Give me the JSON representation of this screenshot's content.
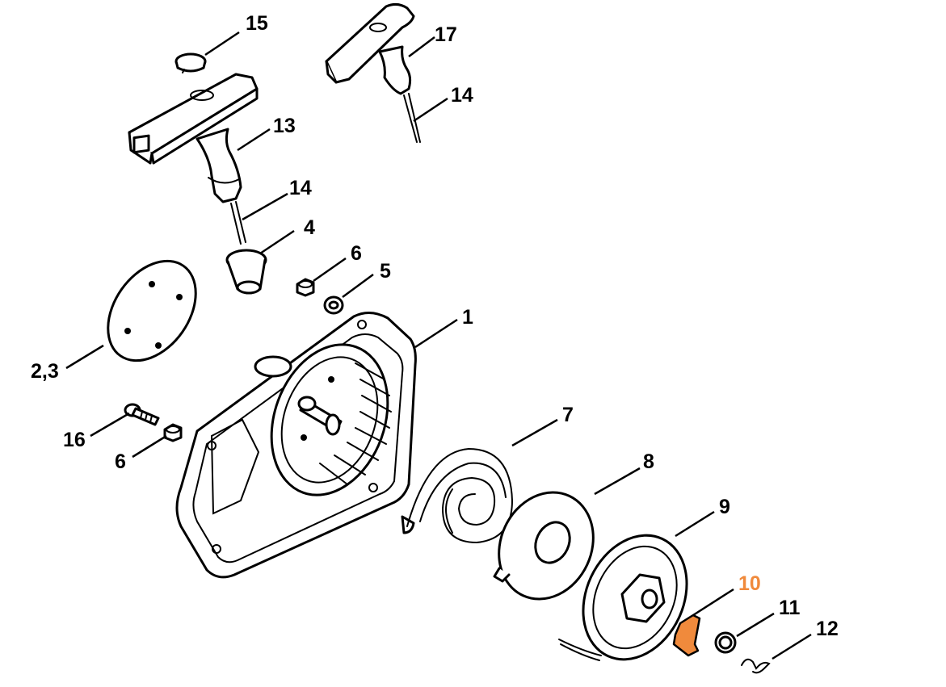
{
  "highlight_color": "#f08a3c",
  "callouts": [
    {
      "id": "c15",
      "text": "15",
      "highlighted": false
    },
    {
      "id": "c17",
      "text": "17",
      "highlighted": false
    },
    {
      "id": "c14a",
      "text": "14",
      "highlighted": false
    },
    {
      "id": "c13",
      "text": "13",
      "highlighted": false
    },
    {
      "id": "c14b",
      "text": "14",
      "highlighted": false
    },
    {
      "id": "c4",
      "text": "4",
      "highlighted": false
    },
    {
      "id": "c6a",
      "text": "6",
      "highlighted": false
    },
    {
      "id": "c5",
      "text": "5",
      "highlighted": false
    },
    {
      "id": "c1",
      "text": "1",
      "highlighted": false
    },
    {
      "id": "c23",
      "text": "2,3",
      "highlighted": false
    },
    {
      "id": "c16",
      "text": "16",
      "highlighted": false
    },
    {
      "id": "c6b",
      "text": "6",
      "highlighted": false
    },
    {
      "id": "c7",
      "text": "7",
      "highlighted": false
    },
    {
      "id": "c8",
      "text": "8",
      "highlighted": false
    },
    {
      "id": "c9",
      "text": "9",
      "highlighted": false
    },
    {
      "id": "c10",
      "text": "10",
      "highlighted": true
    },
    {
      "id": "c11",
      "text": "11",
      "highlighted": false
    },
    {
      "id": "c12",
      "text": "12",
      "highlighted": false
    }
  ]
}
